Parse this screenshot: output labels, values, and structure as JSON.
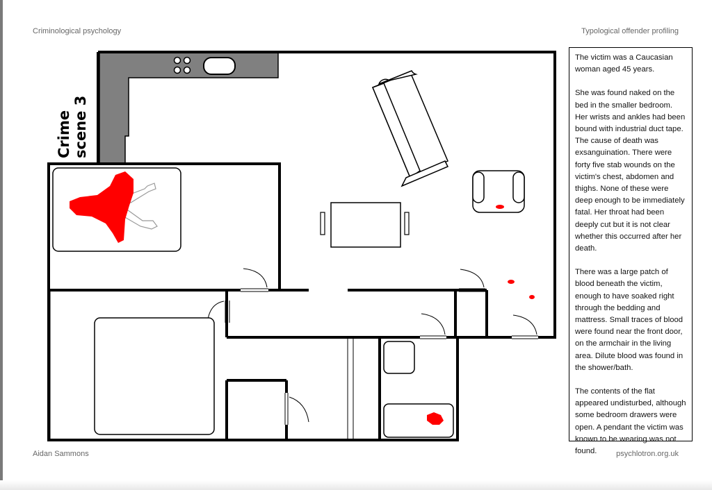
{
  "header": {
    "left": "Criminological psychology",
    "right": "Typological offender profiling"
  },
  "footer": {
    "left": "Aidan Sammons",
    "right": "psychlotron.org.uk"
  },
  "plan": {
    "label_line1": "Crime",
    "label_line2": "scene 3",
    "wall_color": "#000000",
    "counter_color": "#808080",
    "blood_color": "#ff0000"
  },
  "description": {
    "paragraphs": [
      "The victim was a Caucasian woman aged 45 years.",
      "She was found naked on the bed in the smaller bedroom.  Her wrists and ankles had been bound with industrial duct tape.  The cause of death was exsanguination.  There were forty five stab wounds on the victim's chest, abdomen and thighs.  None of these were deep enough to be immediately fatal. Her throat had been deeply cut but it is not clear whether this occurred after her death.",
      "There was a large patch of blood beneath the victim, enough to have soaked right through the bedding and mattress.  Small traces of blood were found near the front door, on the armchair in the living area.  Dilute blood was found in the shower/bath.",
      "The contents of the flat appeared undisturbed, although some bedroom drawers were open.  A pendant the victim was known to be wearing was not found."
    ]
  }
}
